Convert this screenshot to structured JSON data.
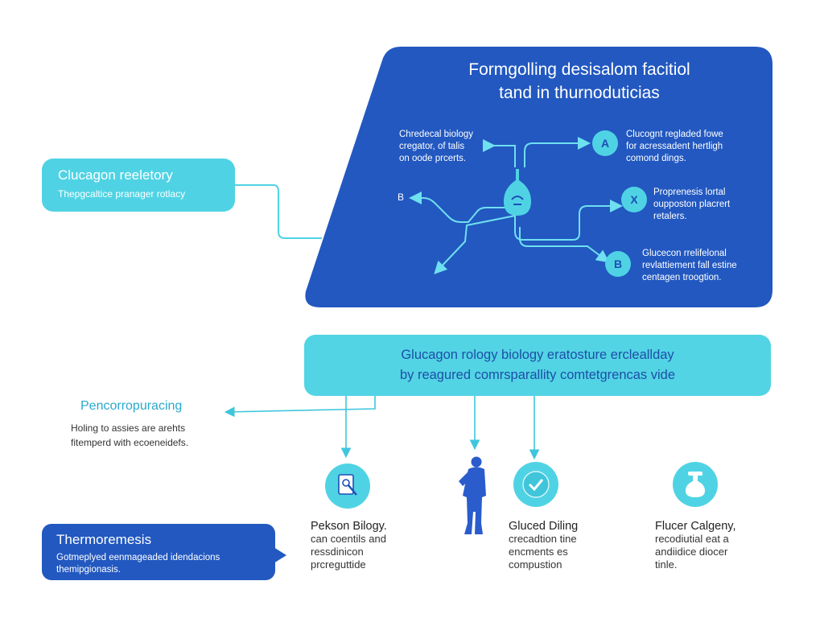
{
  "top_panel": {
    "title_line1": "Formgolling desisalom facitiol",
    "title_line2": "tand in thurnoduticias",
    "node_tl": {
      "line1": "Chredecal biology",
      "line2": "cregator, of talis",
      "line3": "on oode prcerts."
    },
    "node_a": {
      "badge": "A",
      "line1": "Clucognt regladed fowe",
      "line2": "for acressadent hertligh",
      "line3": "comond dings."
    },
    "node_x": {
      "badge": "X",
      "line1": "Proprenesis lortal",
      "line2": "oupposton placrert",
      "line3": "retalers."
    },
    "node_b": {
      "badge": "B",
      "line1": "Glucecon rrelifelonal",
      "line2": "revlattiement fall estine",
      "line3": "centagen troogtion."
    },
    "left_marker": "B"
  },
  "left_box": {
    "title": "Clucagon reeletory",
    "subtitle": "Thepgcaltice pranager rotlacy"
  },
  "banner": {
    "line1": "Glucagon rology biology eratosture ercleallday",
    "line2": "by reagured comrsparallity comtetgrencas vide"
  },
  "mid_left": {
    "title": "Pencorropuracing",
    "line1": "Holing to assies are arehts",
    "line2": "fitemperd with ecoeneidefs."
  },
  "bottom_box": {
    "title": "Thermoremesis",
    "line1": "Gotmeplyed eenmageaded idendacions",
    "line2": "themipgionasis."
  },
  "columns": [
    {
      "icon": "document-search-icon",
      "title": "Pekson Bilogy.",
      "line1": "can coentils and",
      "line2": "ressdinicon",
      "line3": "prcreguttide"
    },
    {
      "icon": "check-icon",
      "title": "Gluced Diling",
      "line1": "crecadtion tine",
      "line2": "encments es",
      "line3": "compustion"
    },
    {
      "icon": "flask-icon",
      "title": "Flucer Calgeny,",
      "line1": "recodiutial eat a",
      "line2": "andiidice diocer",
      "line3": "tinle."
    }
  ],
  "colors": {
    "dark_blue": "#2258c0",
    "cyan": "#4fd3e4",
    "accent_text": "#2aa9cc"
  }
}
